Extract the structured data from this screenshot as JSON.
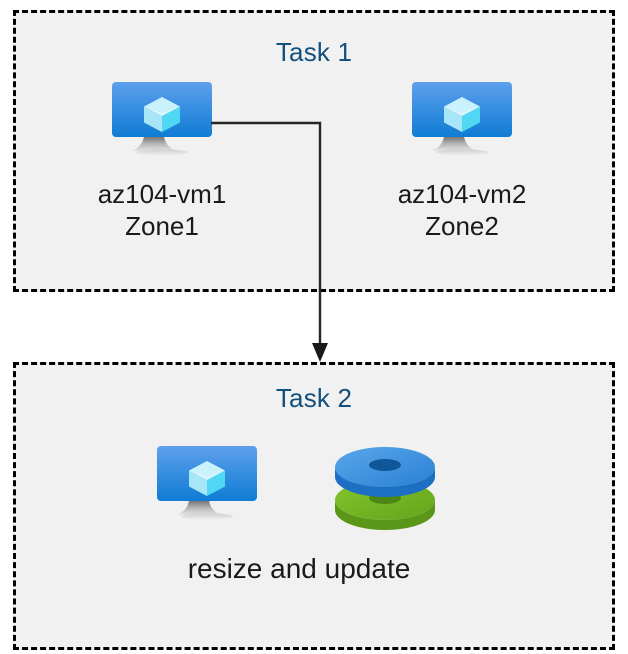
{
  "diagram": {
    "title_color": "#13507e",
    "box_fill": "#f1f1f1",
    "box_border_color": "#000000",
    "page_background": "#ffffff",
    "connector_color": "#262626"
  },
  "task1": {
    "title": "Task 1",
    "nodes": [
      {
        "icon": "virtual-machine-icon",
        "name": "az104-vm1",
        "zone": "Zone1",
        "label": "az104-vm1\nZone1"
      },
      {
        "icon": "virtual-machine-icon",
        "name": "az104-vm2",
        "zone": "Zone2",
        "label": "az104-vm2\nZone2"
      }
    ]
  },
  "task2": {
    "title": "Task 2",
    "caption": "resize and update",
    "nodes": [
      {
        "icon": "virtual-machine-icon"
      },
      {
        "icon": "managed-disks-icon"
      }
    ]
  },
  "connector": {
    "from": "az104-vm1",
    "to": "Task 2",
    "arrow": "down-arrow"
  },
  "icon_colors": {
    "monitor_screen_top": "#5ea0ec",
    "monitor_screen_bottom": "#0f7cd4",
    "monitor_stand": "#b4b4b4",
    "cube_top": "#c3f0fb",
    "cube_left": "#9fe3f7",
    "cube_right": "#50d9f5",
    "disk_blue": "#3d8fdd",
    "disk_blue_side": "#1f6fc4",
    "disk_blue_hole": "#105a9e",
    "disk_green": "#74b727",
    "disk_green_side": "#5d9a1b",
    "disk_green_hole": "#4e8a16"
  }
}
